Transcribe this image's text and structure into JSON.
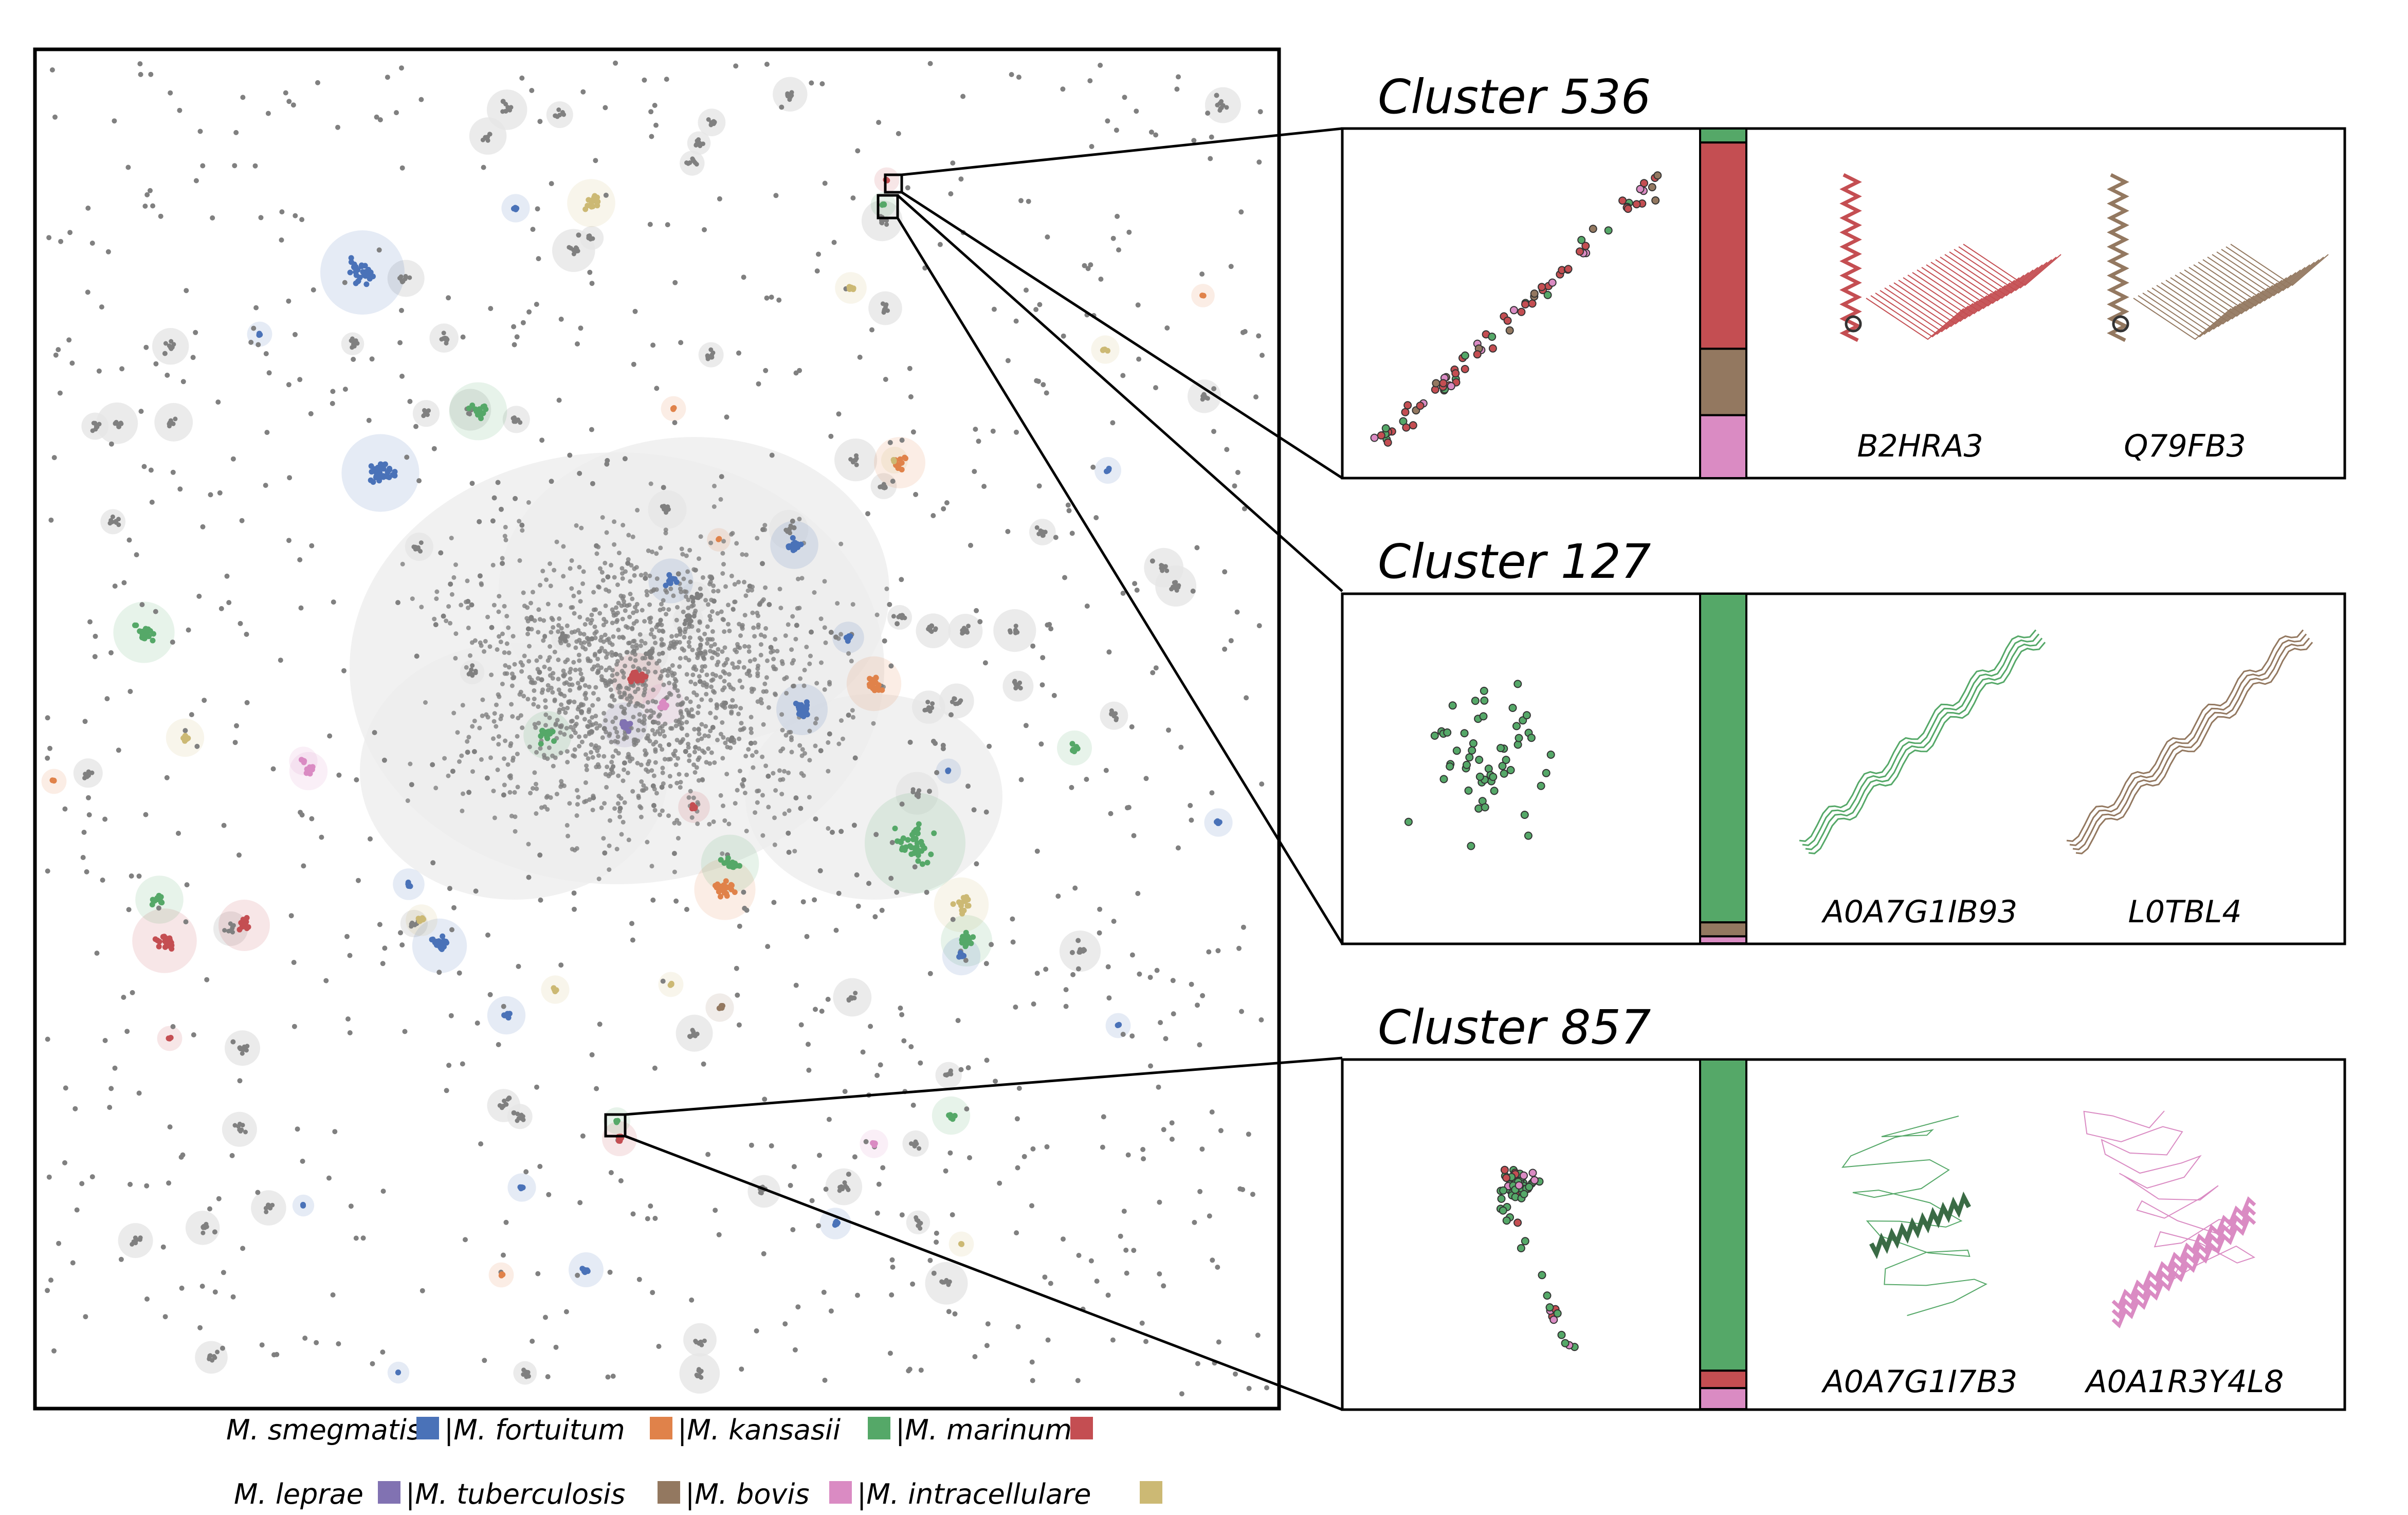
{
  "colors": {
    "M_smegmatis": "#4a72b8",
    "M_fortuitum": "#e0824a",
    "M_kansasii": "#55a868",
    "M_marinum": "#c44e52",
    "M_leprae": "#8172b2",
    "M_tuberculosis": "#937860",
    "M_bovis": "#da8bc3",
    "M_intracellulare": "#ccb974",
    "background_points": "#808080"
  },
  "legend": [
    {
      "label": "M. smegmatis",
      "sep": "",
      "key": "M_smegmatis"
    },
    {
      "label": "M. fortuitum",
      "sep": "|",
      "key": "M_fortuitum"
    },
    {
      "label": "M. kansasii",
      "sep": "|",
      "key": "M_kansasii"
    },
    {
      "label": "M. marinum",
      "sep": "|",
      "key": "M_marinum"
    },
    {
      "label": "M. leprae",
      "sep": "",
      "key": "M_leprae"
    },
    {
      "label": "M. tuberculosis",
      "sep": "|",
      "key": "M_tuberculosis"
    },
    {
      "label": "M. bovis",
      "sep": "|",
      "key": "M_bovis"
    },
    {
      "label": "M. intracellulare",
      "sep": "|",
      "key": "M_intracellulare"
    }
  ],
  "clusters": [
    {
      "title": "Cluster 536",
      "composition": [
        {
          "key": "M_kansasii",
          "fraction": 0.04
        },
        {
          "key": "M_marinum",
          "fraction": 0.59
        },
        {
          "key": "M_tuberculosis",
          "fraction": 0.19
        },
        {
          "key": "M_bovis",
          "fraction": 0.18
        }
      ],
      "proteins": [
        {
          "id": "B2HRA3",
          "key": "M_marinum",
          "kind": "helix-sheet"
        },
        {
          "id": "Q79FB3",
          "key": "M_tuberculosis",
          "kind": "helix-sheet"
        }
      ]
    },
    {
      "title": "Cluster 127",
      "composition": [
        {
          "key": "M_kansasii",
          "fraction": 0.94
        },
        {
          "key": "M_tuberculosis",
          "fraction": 0.04
        },
        {
          "key": "M_bovis",
          "fraction": 0.02
        }
      ],
      "proteins": [
        {
          "id": "A0A7G1IB93",
          "key": "M_kansasii",
          "kind": "strand"
        },
        {
          "id": "L0TBL4",
          "key": "M_tuberculosis",
          "kind": "strand"
        }
      ]
    },
    {
      "title": "Cluster 857",
      "composition": [
        {
          "key": "M_kansasii",
          "fraction": 0.89
        },
        {
          "key": "M_marinum",
          "fraction": 0.05
        },
        {
          "key": "M_bovis",
          "fraction": 0.06
        }
      ],
      "proteins": [
        {
          "id": "A0A7G1I7B3",
          "key": "M_kansasii",
          "kind": "loop-helix"
        },
        {
          "id": "A0A1R3Y4L8",
          "key": "M_bovis",
          "kind": "helix-bundle"
        }
      ]
    }
  ]
}
